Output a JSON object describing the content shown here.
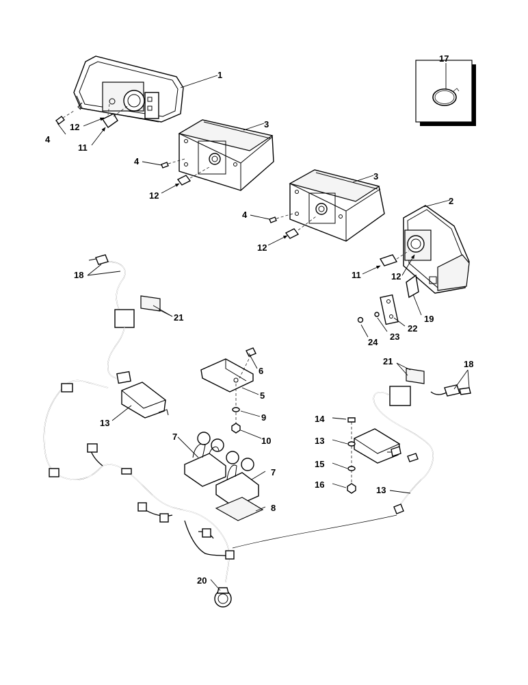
{
  "callouts": {
    "c1": "1",
    "c2": "2",
    "c3a": "3",
    "c3b": "3",
    "c4a": "4",
    "c4b": "4",
    "c4c": "4",
    "c5": "5",
    "c6": "6",
    "c7a": "7",
    "c7b": "7",
    "c8": "8",
    "c9": "9",
    "c10": "10",
    "c11a": "11",
    "c11b": "11",
    "c12a": "12",
    "c12b": "12",
    "c12c": "12",
    "c12d": "12",
    "c13a": "13",
    "c13b": "13",
    "c13c": "13",
    "c14": "14",
    "c15": "15",
    "c16": "16",
    "c17": "17",
    "c18a": "18",
    "c18b": "18",
    "c19": "19",
    "c20": "20",
    "c21a": "21",
    "c21b": "21",
    "c22": "22",
    "c23": "23",
    "c24": "24"
  }
}
